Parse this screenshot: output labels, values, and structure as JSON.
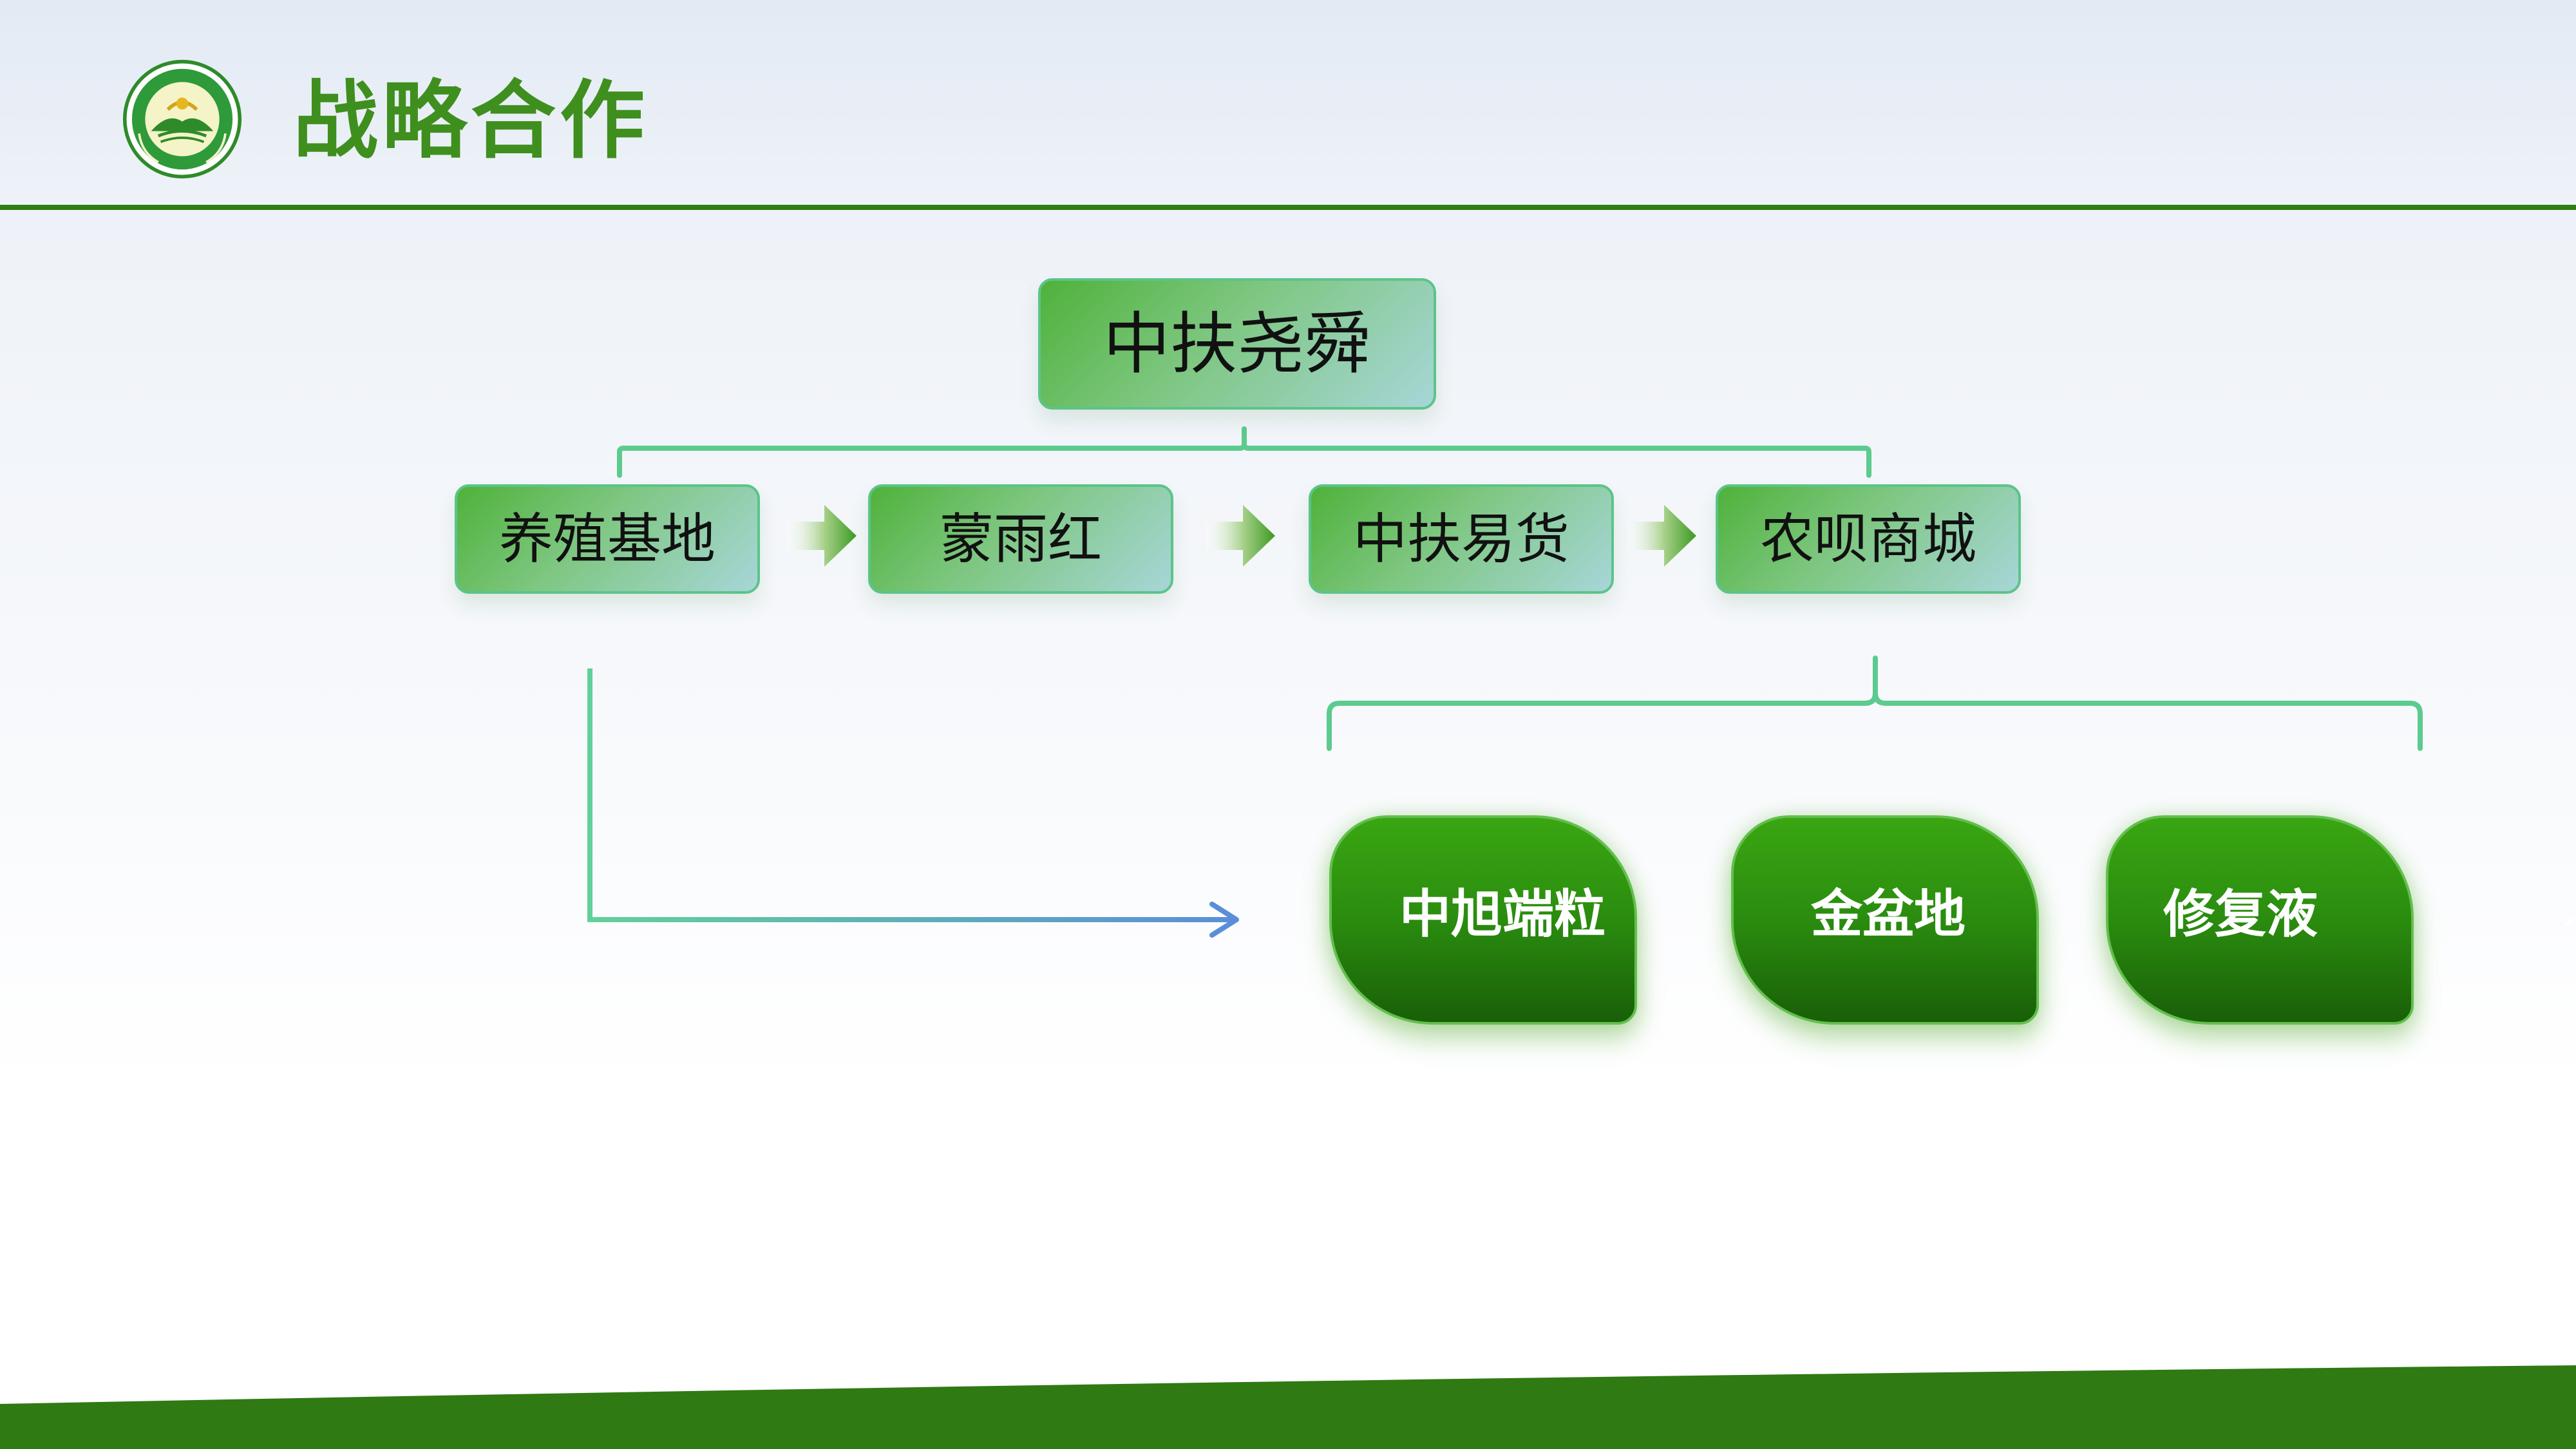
{
  "header": {
    "title": "战略合作",
    "logo_icon": "green-round-emblem-icon"
  },
  "diagram": {
    "root": "中扶尧舜",
    "chain": [
      "养殖基地",
      "蒙雨红",
      "中扶易货",
      "农呗商城"
    ],
    "leaves": [
      "中旭端粒",
      "金盆地",
      "修复液"
    ]
  },
  "colors": {
    "brand_green": "#3f8f1e",
    "header_rule": "#2f7d14",
    "bracket": "#5ccb8e",
    "arrow_blue": "#5b95d6",
    "leaf_dark": "#195f08",
    "footer_green": "#2f7a12"
  }
}
